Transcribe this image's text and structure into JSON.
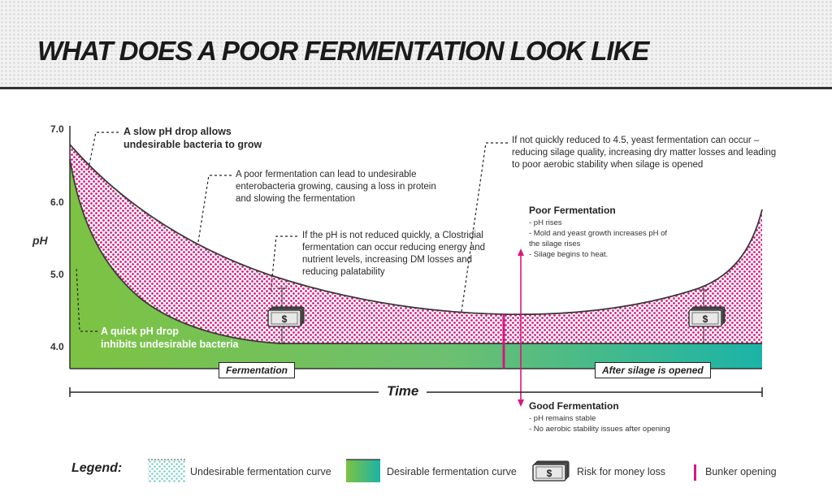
{
  "title": "WHAT DOES A POOR FERMENTATION LOOK LIKE",
  "axis": {
    "y_label": "pH",
    "y_ticks": [
      "7.0",
      "6.0",
      "5.0",
      "4.0"
    ],
    "x_label": "Time"
  },
  "phases": {
    "fermentation": "Fermentation",
    "after_opening": "After silage is opened"
  },
  "annotations": {
    "slow_drop": [
      "A slow pH drop allows",
      "undesirable bacteria to grow"
    ],
    "enterobacteria": [
      "A poor fermentation can lead to undesirable",
      "enterobacteria growing, causing a loss in protein",
      "and slowing the fermentation"
    ],
    "clostridial": [
      "If the pH is not reduced quickly, a Clostridial",
      "fermentation can occur reducing energy and",
      "nutrient levels, increasing DM losses and",
      "reducing palatability"
    ],
    "yeast": [
      "If not quickly reduced to 4.5, yeast fermentation can occur –",
      "reducing silage quality, increasing dry matter losses and leading",
      "to poor aerobic stability when silage is opened"
    ],
    "quick_drop": [
      "A quick pH drop",
      "inhibits undesirable bacteria"
    ]
  },
  "poor_fermentation": {
    "title": "Poor Fermentation",
    "items": [
      "- pH rises",
      "- Mold and yeast growth increases pH of",
      "  the silage rises",
      "- Silage begins to heat."
    ]
  },
  "good_fermentation": {
    "title": "Good Fermentation",
    "items": [
      "- pH remains stable",
      "- No aerobic stability issues after opening"
    ]
  },
  "money_symbol": "$",
  "legend": {
    "title": "Legend:",
    "undesirable": "Undesirable fermentation curve",
    "desirable": "Desirable fermentation curve",
    "money_loss": "Risk for money loss",
    "bunker": "Bunker opening"
  },
  "colors": {
    "magenta": "#d8177e",
    "green": "#7dc242",
    "teal": "#1bb3a8"
  }
}
